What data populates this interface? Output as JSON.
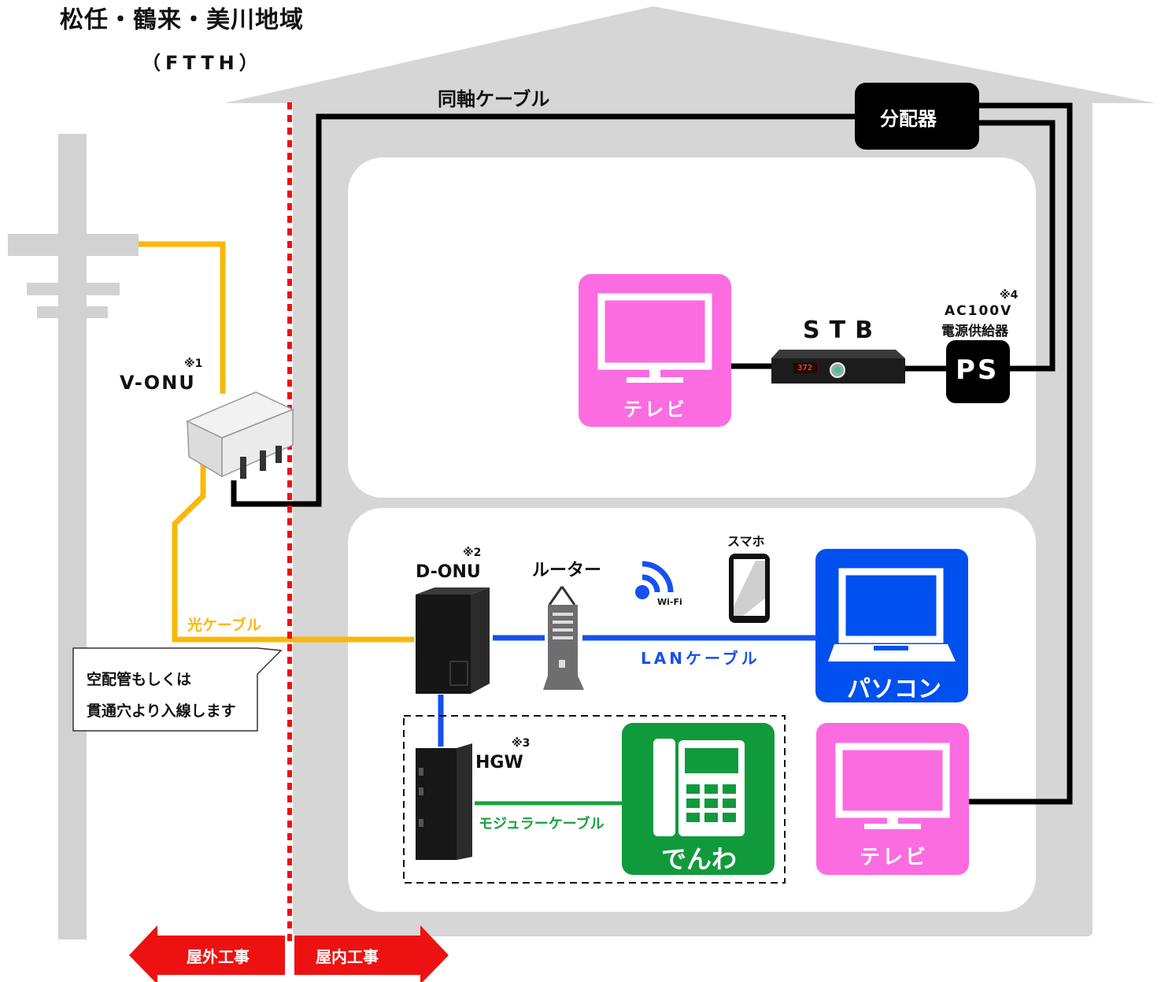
{
  "header": {
    "title": "松任・鶴来・美川地域",
    "subtitle": "（FTTH）"
  },
  "cables": {
    "coax": "同軸ケーブル",
    "fiber": "光ケーブル",
    "lan": "LANケーブル",
    "modular": "モジュラーケーブル"
  },
  "devices": {
    "splitter": "分配器",
    "v_onu": "V-ONU",
    "v_onu_note": "※1",
    "d_onu": "D-ONU",
    "d_onu_note": "※2",
    "hgw": "HGW",
    "hgw_note": "※3",
    "stb": "STB",
    "ps": "PS",
    "ps_note": "※4",
    "ps_line1": "AC100V",
    "ps_line2": "電源供給器",
    "router": "ルーター",
    "wifi": "Wi-Fi",
    "smartphone": "スマホ"
  },
  "tiles": {
    "tv_upper": "テレビ",
    "pc": "パソコン",
    "phone": "でんわ",
    "tv_lower": "テレビ"
  },
  "stb_display": "372",
  "callout": {
    "line1": "空配管もしくは",
    "line2": "貫通穴より入線します"
  },
  "work": {
    "outdoor": "屋外工事",
    "indoor": "屋内工事"
  },
  "colors": {
    "house": "#d6d6d6",
    "room": "#ffffff",
    "pink": "#fb6ce0",
    "blue": "#0050f0",
    "green": "#109a3c",
    "fiber": "#fbb80a",
    "lan": "#1650ef",
    "modular": "#1aa040",
    "coax": "#000000",
    "red": "#ee1111"
  }
}
